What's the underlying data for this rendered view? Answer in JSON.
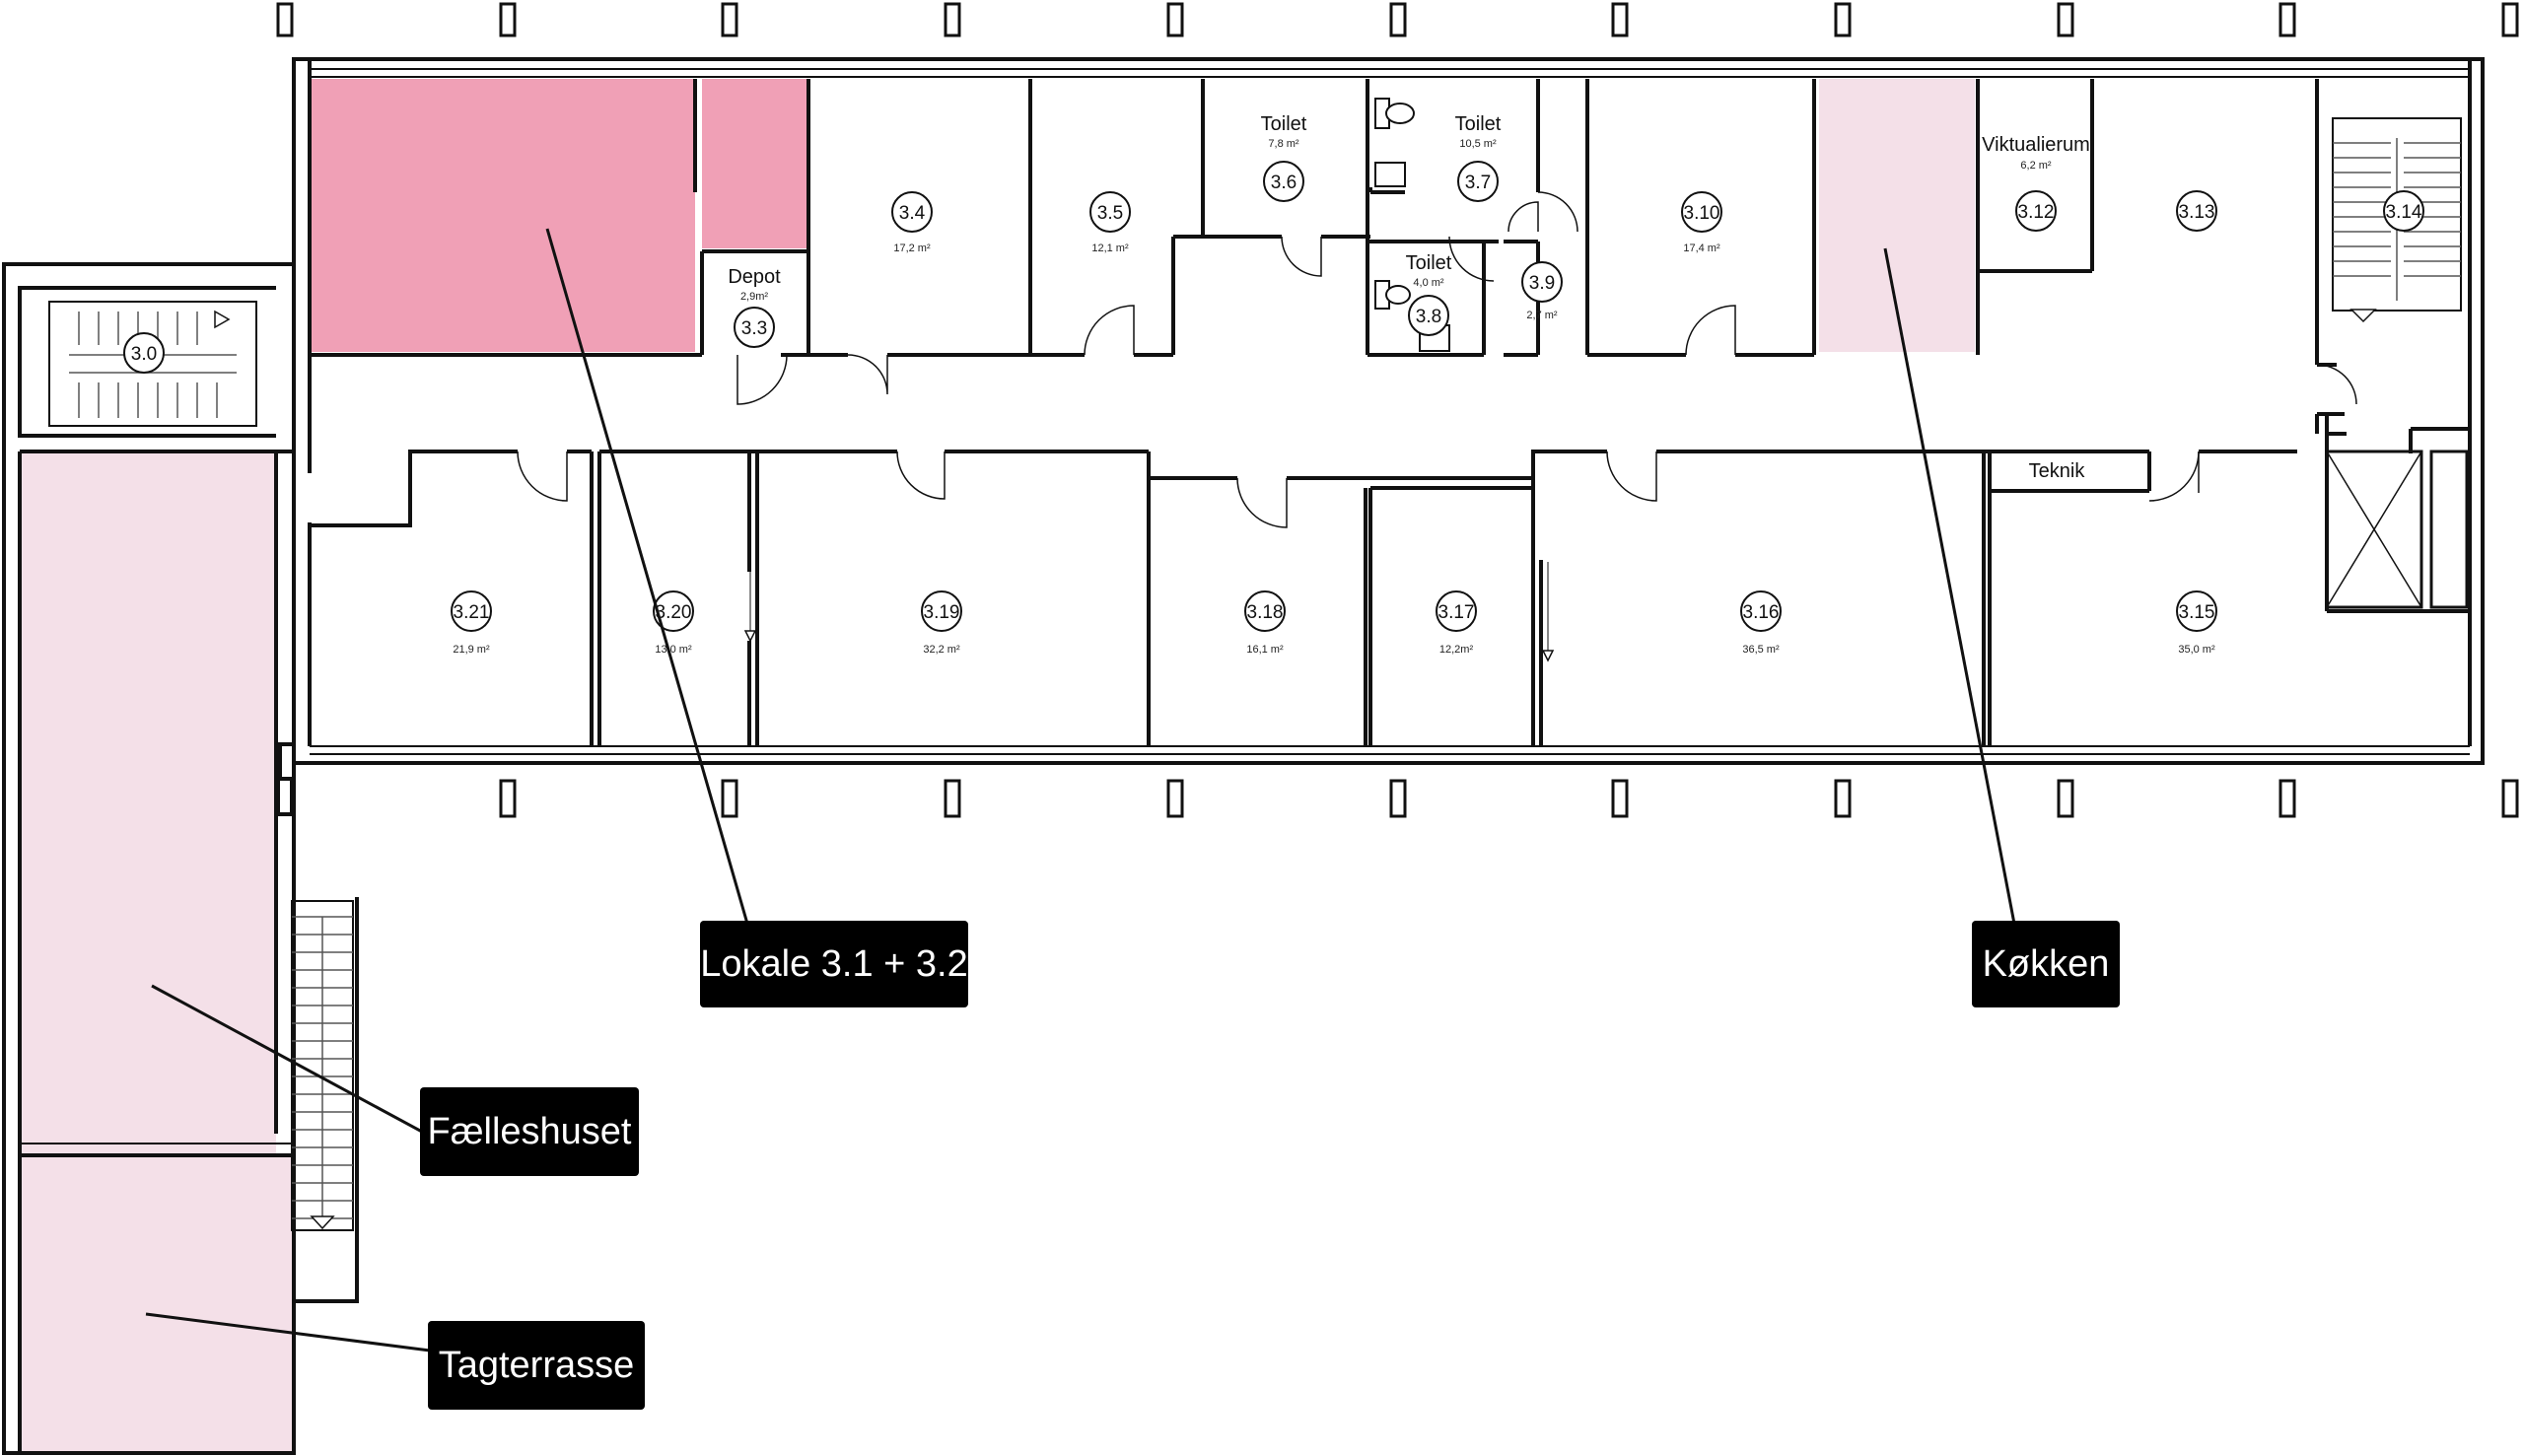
{
  "colors": {
    "highlight_strong": "#f0a0b6",
    "highlight_light": "#f4e0e8",
    "wall": "#111111",
    "callout_bg": "#000000",
    "callout_text": "#ffffff"
  },
  "rooms": {
    "r30": {
      "id": "3.0"
    },
    "r33": {
      "id": "3.3",
      "name": "Depot",
      "area": "2,9m²"
    },
    "r34": {
      "id": "3.4",
      "area": "17,2 m²"
    },
    "r35": {
      "id": "3.5",
      "area": "12,1 m²"
    },
    "r36": {
      "id": "3.6",
      "name": "Toilet",
      "area": "7,8 m²"
    },
    "r37": {
      "id": "3.7",
      "name": "Toilet",
      "area": "10,5 m²"
    },
    "r38": {
      "id": "3.8",
      "name": "Toilet",
      "area": "4,0 m²"
    },
    "r39": {
      "id": "3.9",
      "area": "2,7 m²"
    },
    "r310": {
      "id": "3.10",
      "area": "17,4 m²"
    },
    "r312": {
      "id": "3.12",
      "name": "Viktualierum",
      "area": "6,2 m²"
    },
    "r313": {
      "id": "3.13"
    },
    "r314": {
      "id": "3.14"
    },
    "r315": {
      "id": "3.15",
      "area": "35,0 m²"
    },
    "r316": {
      "id": "3.16",
      "area": "36,5 m²"
    },
    "r317": {
      "id": "3.17",
      "area": "12,2m²"
    },
    "r318": {
      "id": "3.18",
      "area": "16,1 m²"
    },
    "r319": {
      "id": "3.19",
      "area": "32,2 m²"
    },
    "r320": {
      "id": "3.20",
      "area": "13,0 m²"
    },
    "r321": {
      "id": "3.21",
      "area": "21,9 m²"
    },
    "teknik": {
      "name": "Teknik"
    }
  },
  "callouts": {
    "lokale": "Lokale 3.1 + 3.2",
    "kokken": "Køkken",
    "faelleshuset": "Fælleshuset",
    "tagterrasse": "Tagterrasse"
  }
}
